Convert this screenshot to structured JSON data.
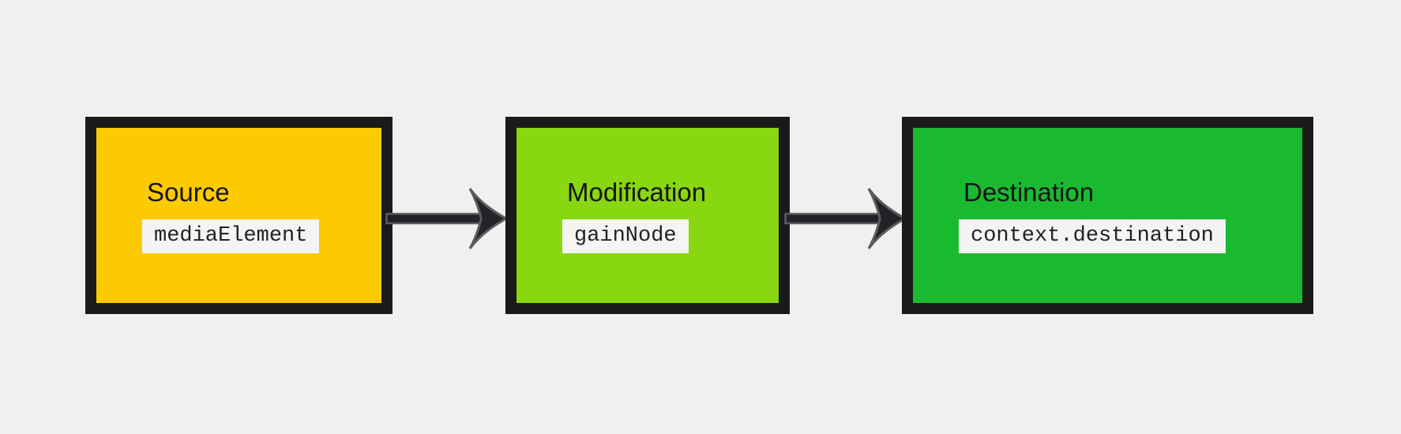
{
  "diagram": {
    "background": "#f0f0ee",
    "node_border_color": "#1a1a1a",
    "label_text_color": "#151515",
    "chip_background": "#f4f4f2",
    "chip_text_color": "#222222",
    "arrow_style": {
      "fill": "#232327",
      "stroke": "#5c5c60"
    },
    "nodes": [
      {
        "id": "source",
        "label": "Source",
        "code": "mediaElement",
        "fill": "#fcca03"
      },
      {
        "id": "modification",
        "label": "Modification",
        "code": "gainNode",
        "fill": "#88d711"
      },
      {
        "id": "destination",
        "label": "Destination",
        "code": "context.destination",
        "fill": "#19ba30"
      }
    ],
    "connections": [
      {
        "from": "source",
        "to": "modification"
      },
      {
        "from": "modification",
        "to": "destination"
      }
    ]
  }
}
